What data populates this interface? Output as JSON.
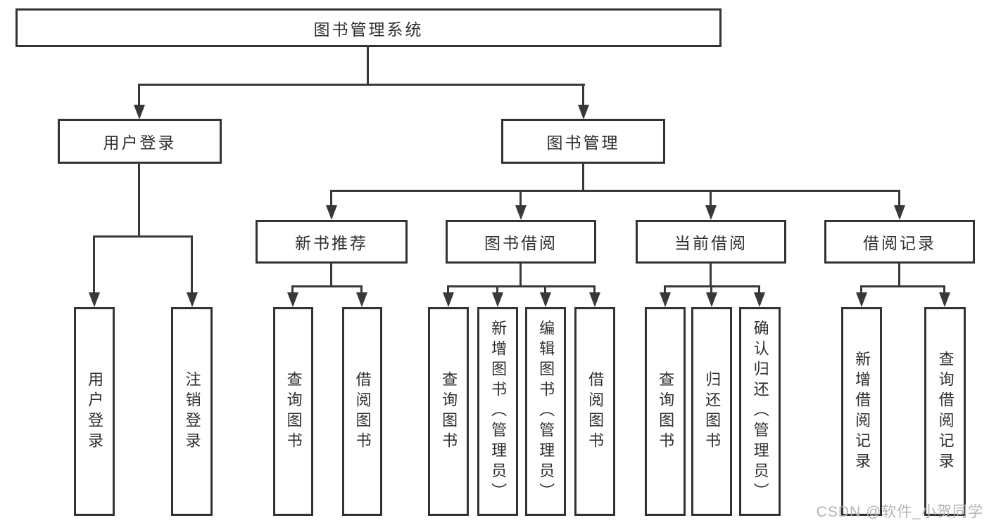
{
  "tree": {
    "root": "图书管理系统",
    "level2": {
      "user_login": "用户登录",
      "book_mgmt": "图书管理"
    },
    "level3": {
      "new_books": "新书推荐",
      "borrowing": "图书借阅",
      "current": "当前借阅",
      "records": "借阅记录"
    },
    "leaves": {
      "user_login": [
        "用户登录",
        "注销登录"
      ],
      "new_books": [
        "查询图书",
        "借阅图书"
      ],
      "borrowing": [
        "查询图书",
        "新增图书（管理员）",
        "编辑图书（管理员）",
        "借阅图书"
      ],
      "current": [
        "查询图书",
        "归还图书",
        "确认归还（管理员）"
      ],
      "records": [
        "新增借阅记录",
        "查询借阅记录"
      ]
    }
  },
  "watermark": "CSDN @软件_小贺同学",
  "colors": {
    "line": "#383838",
    "box_border": "#333333",
    "text": "#2f2f2f",
    "watermark": "#b3b3b3",
    "background": "#ffffff"
  }
}
